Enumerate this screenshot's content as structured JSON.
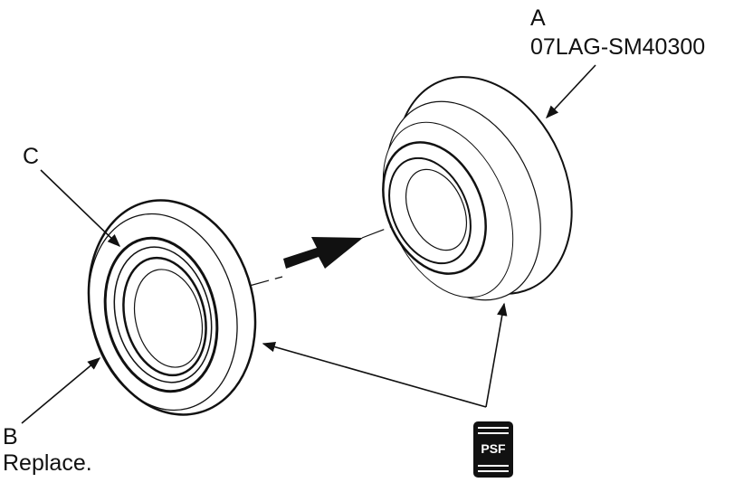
{
  "labels": {
    "a_letter": "A",
    "a_code": "07LAG-SM40300",
    "b_letter": "B",
    "b_note": "Replace.",
    "c_letter": "C"
  },
  "icon": {
    "name": "psf-fluid-icon",
    "text": "PSF"
  },
  "colors": {
    "line": "#111111",
    "background": "#ffffff"
  }
}
